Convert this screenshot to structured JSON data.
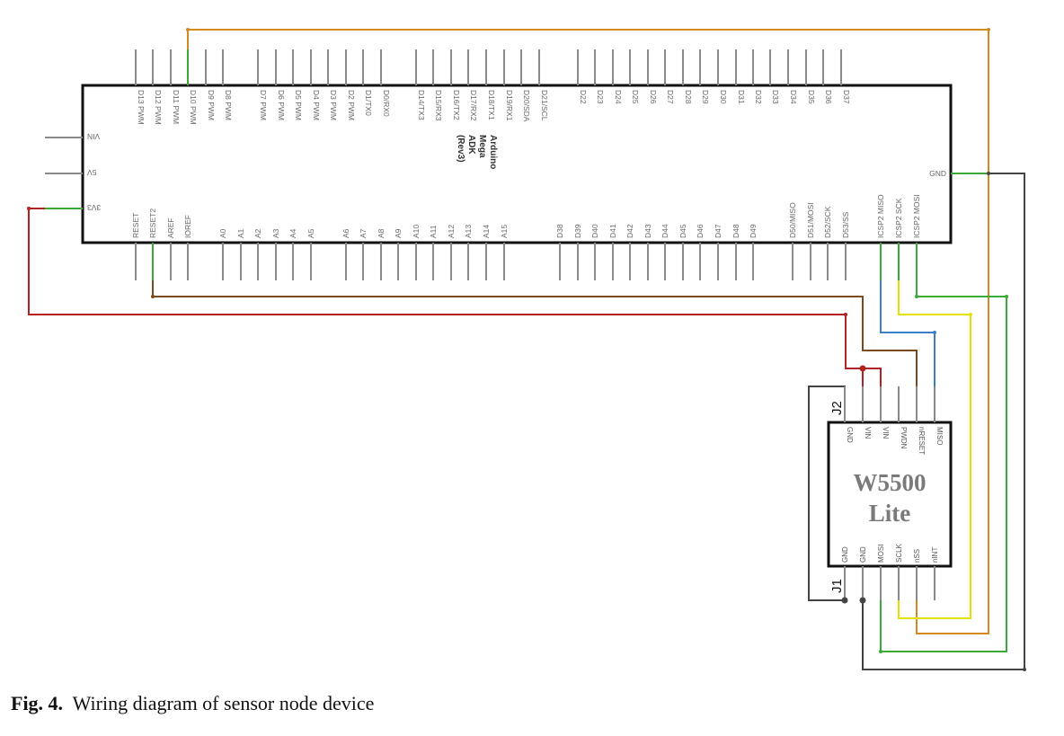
{
  "caption": {
    "label": "Fig. 4.",
    "text": "Wiring diagram of sensor node device"
  },
  "board": {
    "name_lines": [
      "Arduino",
      "Mega",
      "ADK",
      "(Rev3)"
    ],
    "top_pins": [
      "D13 PWM",
      "D12 PWM",
      "D11 PWM",
      "D10 PWM",
      "D9 PWM",
      "D8 PWM",
      "D7 PWM",
      "D6 PWM",
      "D5 PWM",
      "D4 PWM",
      "D3 PWM",
      "D2 PWM",
      "D1/TX0",
      "D0/RX0",
      "D14/TX3",
      "D15/RX3",
      "D16/TX2",
      "D17/RX2",
      "D18/TX1",
      "D19/RX1",
      "D20/SDA",
      "D21/SCL",
      "D22",
      "D23",
      "D24",
      "D25",
      "D26",
      "D27",
      "D28",
      "D29",
      "D30",
      "D31",
      "D32",
      "D33",
      "D34",
      "D35",
      "D36",
      "D37"
    ],
    "bottom_pins": [
      "RESET",
      "RESET2",
      "AREF",
      "IOREF",
      "A0",
      "A1",
      "A2",
      "A3",
      "A4",
      "A5",
      "A6",
      "A7",
      "A8",
      "A9",
      "A10",
      "A11",
      "A12",
      "A13",
      "A14",
      "A15",
      "D38",
      "D39",
      "D40",
      "D41",
      "D42",
      "D43",
      "D44",
      "D45",
      "D46",
      "D47",
      "D48",
      "D49",
      "D50/MISO",
      "D51/MOSI",
      "D52/SCK",
      "D53/SS",
      "ICSP2 MISO",
      "ICSP2 SCK",
      "ICSP2 MOSI"
    ],
    "left_pins": [
      "VIN",
      "5V",
      "3V3"
    ],
    "right_pins": [
      "GND"
    ]
  },
  "module": {
    "title_lines": [
      "W5500",
      "Lite"
    ],
    "j2_label": "J2",
    "j1_label": "J1",
    "j2_pins": [
      "GND",
      "VIN",
      "VIN",
      "PWDN",
      "nRESET",
      "MISO"
    ],
    "j1_pins": [
      "GND",
      "GND",
      "MOSI",
      "SCLK",
      "nSS",
      "nINT"
    ]
  },
  "wire_colors": {
    "orange": "#d4891e",
    "green": "#3aaa35",
    "red": "#b22222",
    "brown": "#7a4a1e",
    "blue": "#3d7fc4",
    "yellow": "#e8e000",
    "dark": "#444444"
  }
}
